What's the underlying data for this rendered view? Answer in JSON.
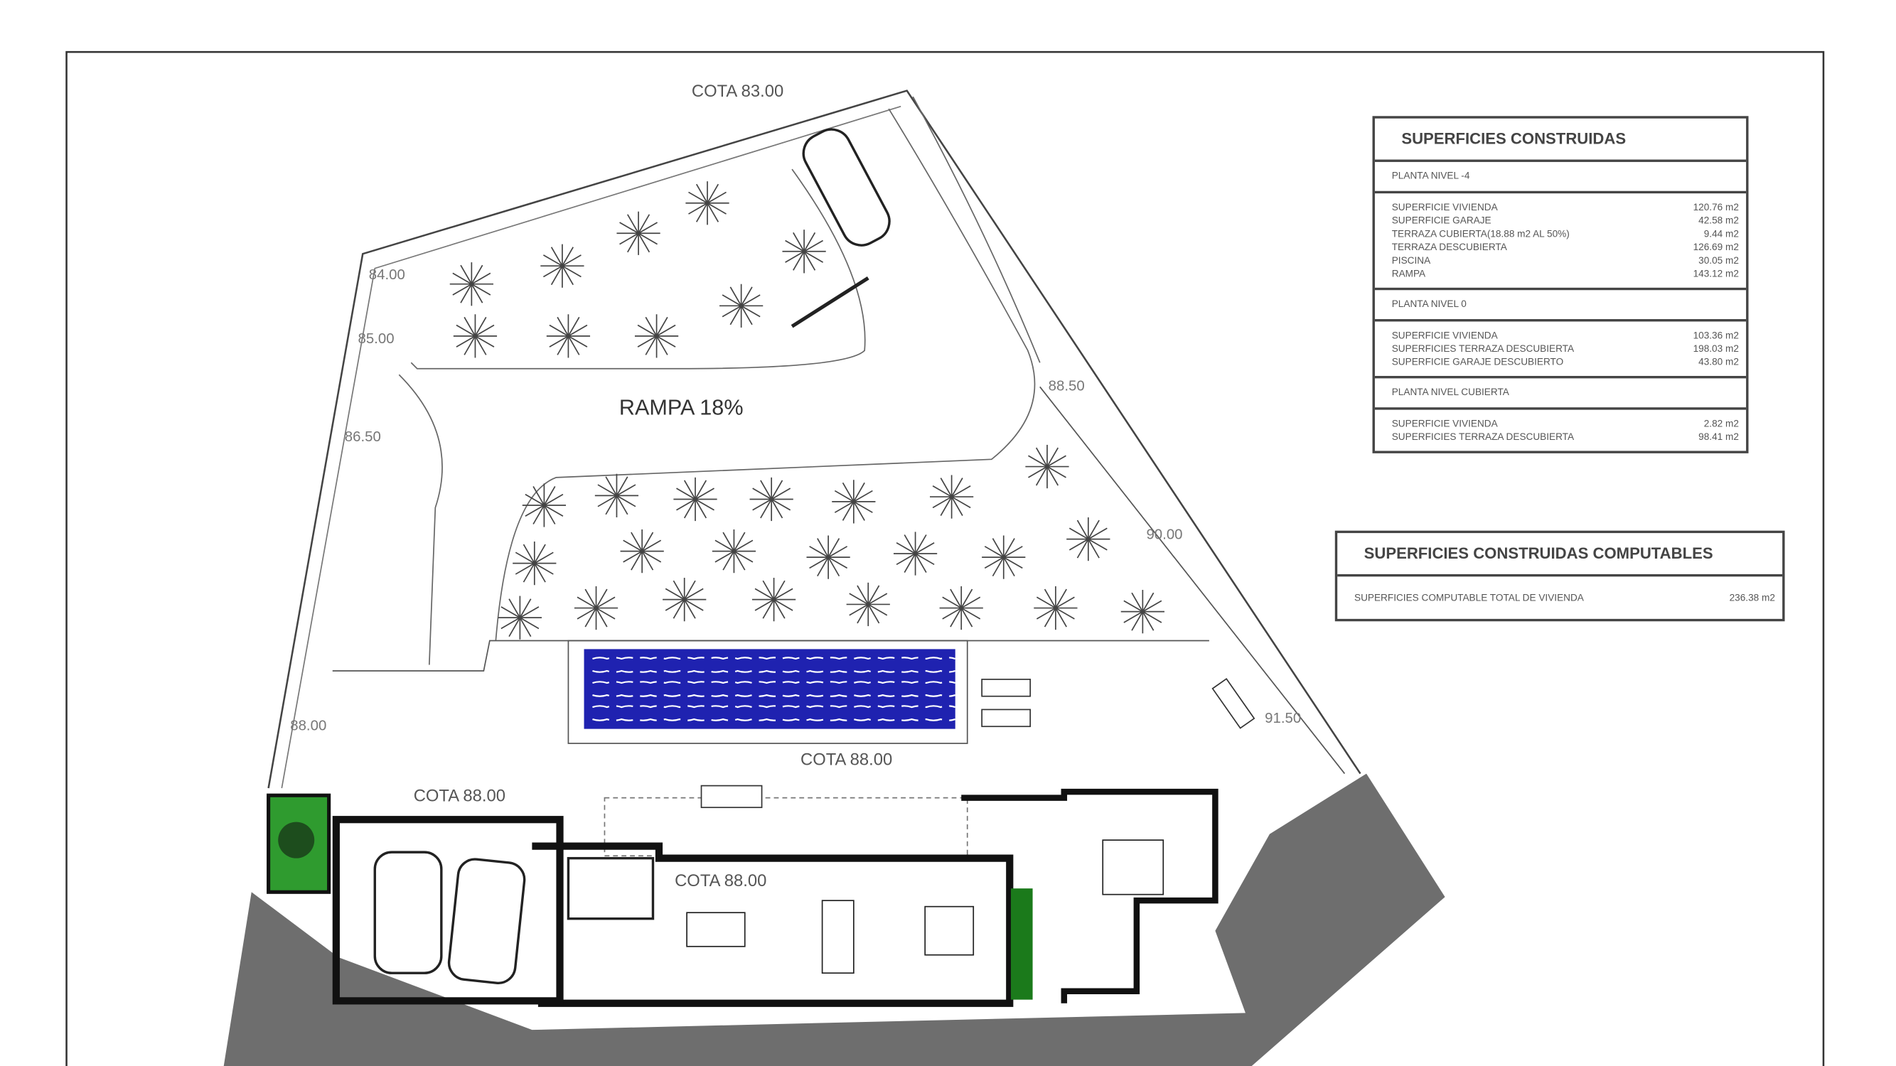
{
  "plan": {
    "labels": {
      "cota_top": "COTA 83.00",
      "rampa": "RAMPA 18%",
      "cota_pool": "COTA 88.00",
      "cota_garage": "COTA 88.00",
      "cota_house": "COTA 88.00"
    },
    "levels": [
      "84.00",
      "85.00",
      "86.50",
      "88.00",
      "88.50",
      "90.00",
      "91.50"
    ],
    "pool_color": "#1f22b0"
  },
  "table1": {
    "title": "SUPERFICIES CONSTRUIDAS",
    "sections": [
      {
        "name": "PLANTA NIVEL -4",
        "rows": [
          {
            "label": "SUPERFICIE VIVIENDA",
            "value": "120.76 m2"
          },
          {
            "label": "SUPERFICIE GARAJE",
            "value": "42.58 m2"
          },
          {
            "label": "TERRAZA CUBIERTA(18.88 m2 AL 50%)",
            "value": "9.44 m2"
          },
          {
            "label": "TERRAZA DESCUBIERTA",
            "value": "126.69 m2"
          },
          {
            "label": "PISCINA",
            "value": "30.05 m2"
          },
          {
            "label": "RAMPA",
            "value": "143.12 m2"
          }
        ]
      },
      {
        "name": "PLANTA NIVEL 0",
        "rows": [
          {
            "label": "SUPERFICIE VIVIENDA",
            "value": "103.36 m2"
          },
          {
            "label": "SUPERFICIES TERRAZA DESCUBIERTA",
            "value": "198.03 m2"
          },
          {
            "label": "SUPERFICIE GARAJE DESCUBIERTO",
            "value": "43.80 m2"
          }
        ]
      },
      {
        "name": "PLANTA NIVEL CUBIERTA",
        "rows": [
          {
            "label": "SUPERFICIE VIVIENDA",
            "value": "2.82 m2"
          },
          {
            "label": "SUPERFICIES TERRAZA DESCUBIERTA",
            "value": "98.41 m2"
          }
        ]
      }
    ]
  },
  "table2": {
    "title": "SUPERFICIES CONSTRUIDAS COMPUTABLES",
    "rows": [
      {
        "label": "SUPERFICIES COMPUTABLE TOTAL DE VIVIENDA",
        "value": "236.38 m2"
      }
    ]
  }
}
